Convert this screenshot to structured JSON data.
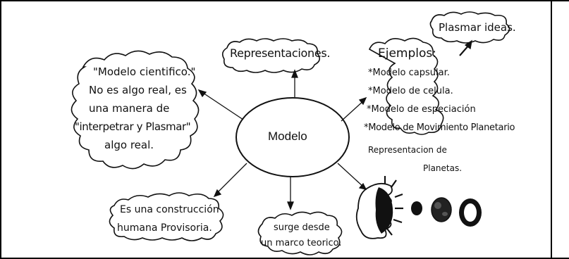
{
  "center": {
    "label": "Modelo"
  },
  "nodes": {
    "modelo_cientifico": {
      "lines": [
        "\"Modelo cientifico.\"",
        "No es algo real, es",
        "una manera de",
        "\"interpetrar y Plasmar\"",
        "algo real."
      ]
    },
    "representaciones": {
      "label": "Representaciones."
    },
    "plasmar_ideas": {
      "label": "Plasmar ideas."
    },
    "ejemplos": {
      "title": "Ejemplos:",
      "items": [
        "*Modelo capsular.",
        "*Modelo de celula.",
        "*Modelo de especiación",
        "*Modelo de Movimiento Planetario"
      ]
    },
    "construccion": {
      "lines": [
        "Es una construcción",
        "humana Provisoria."
      ]
    },
    "surge": {
      "lines": [
        "surge desde",
        "un marco teorico."
      ]
    },
    "planetas": {
      "lines": [
        "Representacion de",
        "Planetas."
      ]
    }
  }
}
